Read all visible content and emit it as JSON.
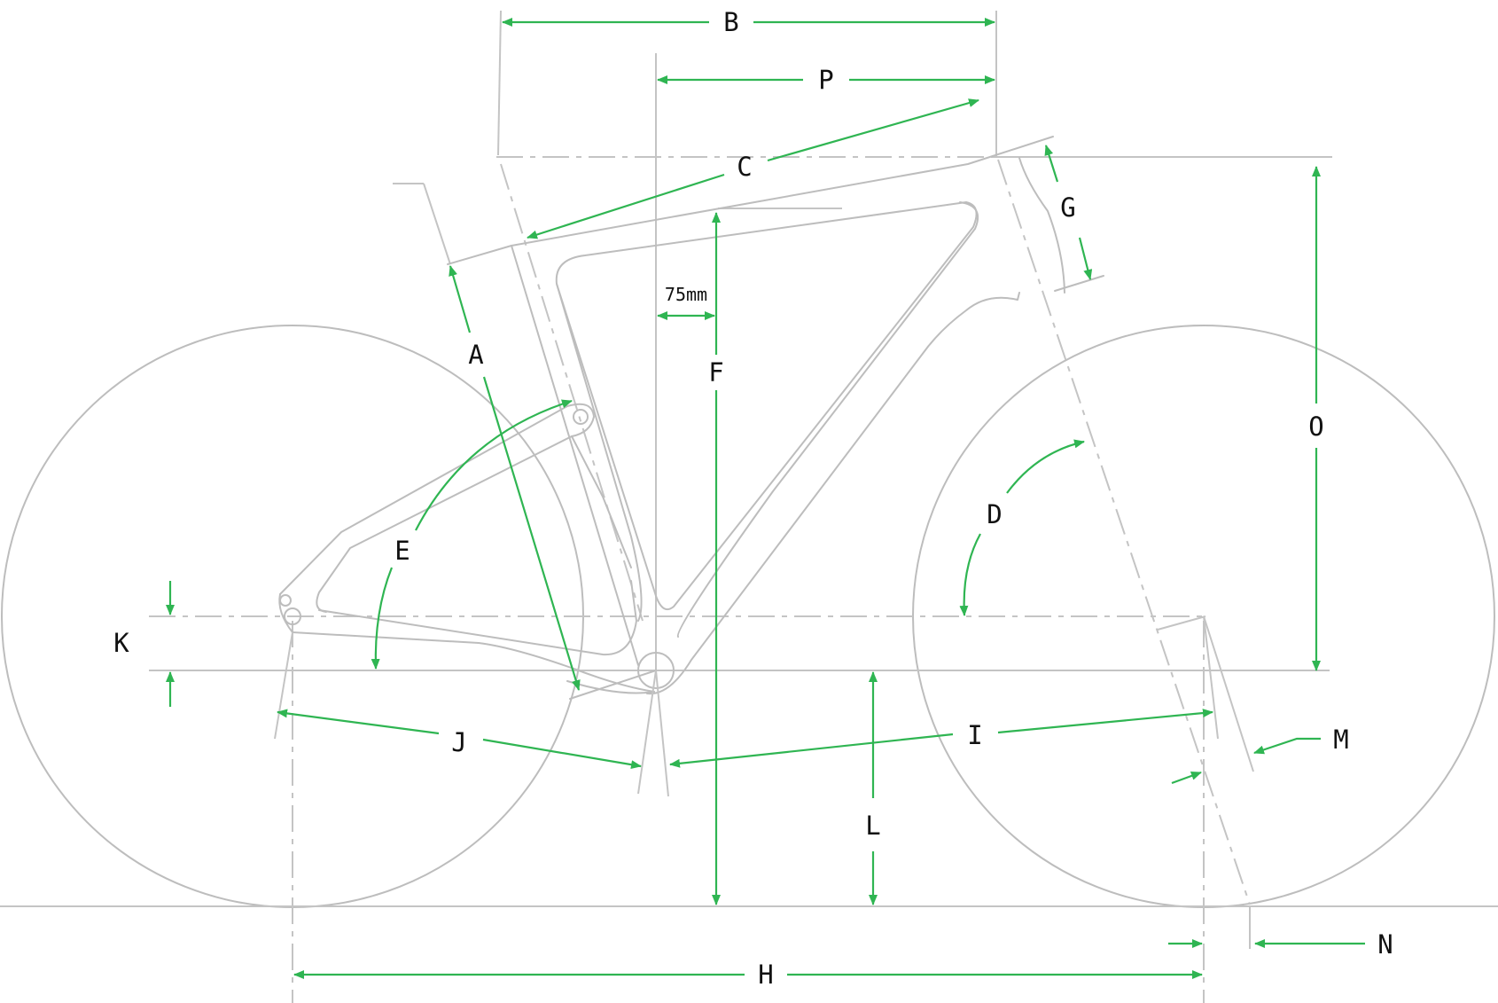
{
  "labels": {
    "a": "A",
    "b": "B",
    "c": "C",
    "d": "D",
    "e": "E",
    "f": "F",
    "g": "G",
    "h": "H",
    "i": "I",
    "j": "J",
    "k": "K",
    "l": "L",
    "m": "M",
    "n": "N",
    "o": "O",
    "p": "P",
    "seat_offset": "75mm"
  },
  "colors": {
    "dimension": "#2fb552",
    "frame": "#bdbdbd",
    "text": "#111111"
  }
}
